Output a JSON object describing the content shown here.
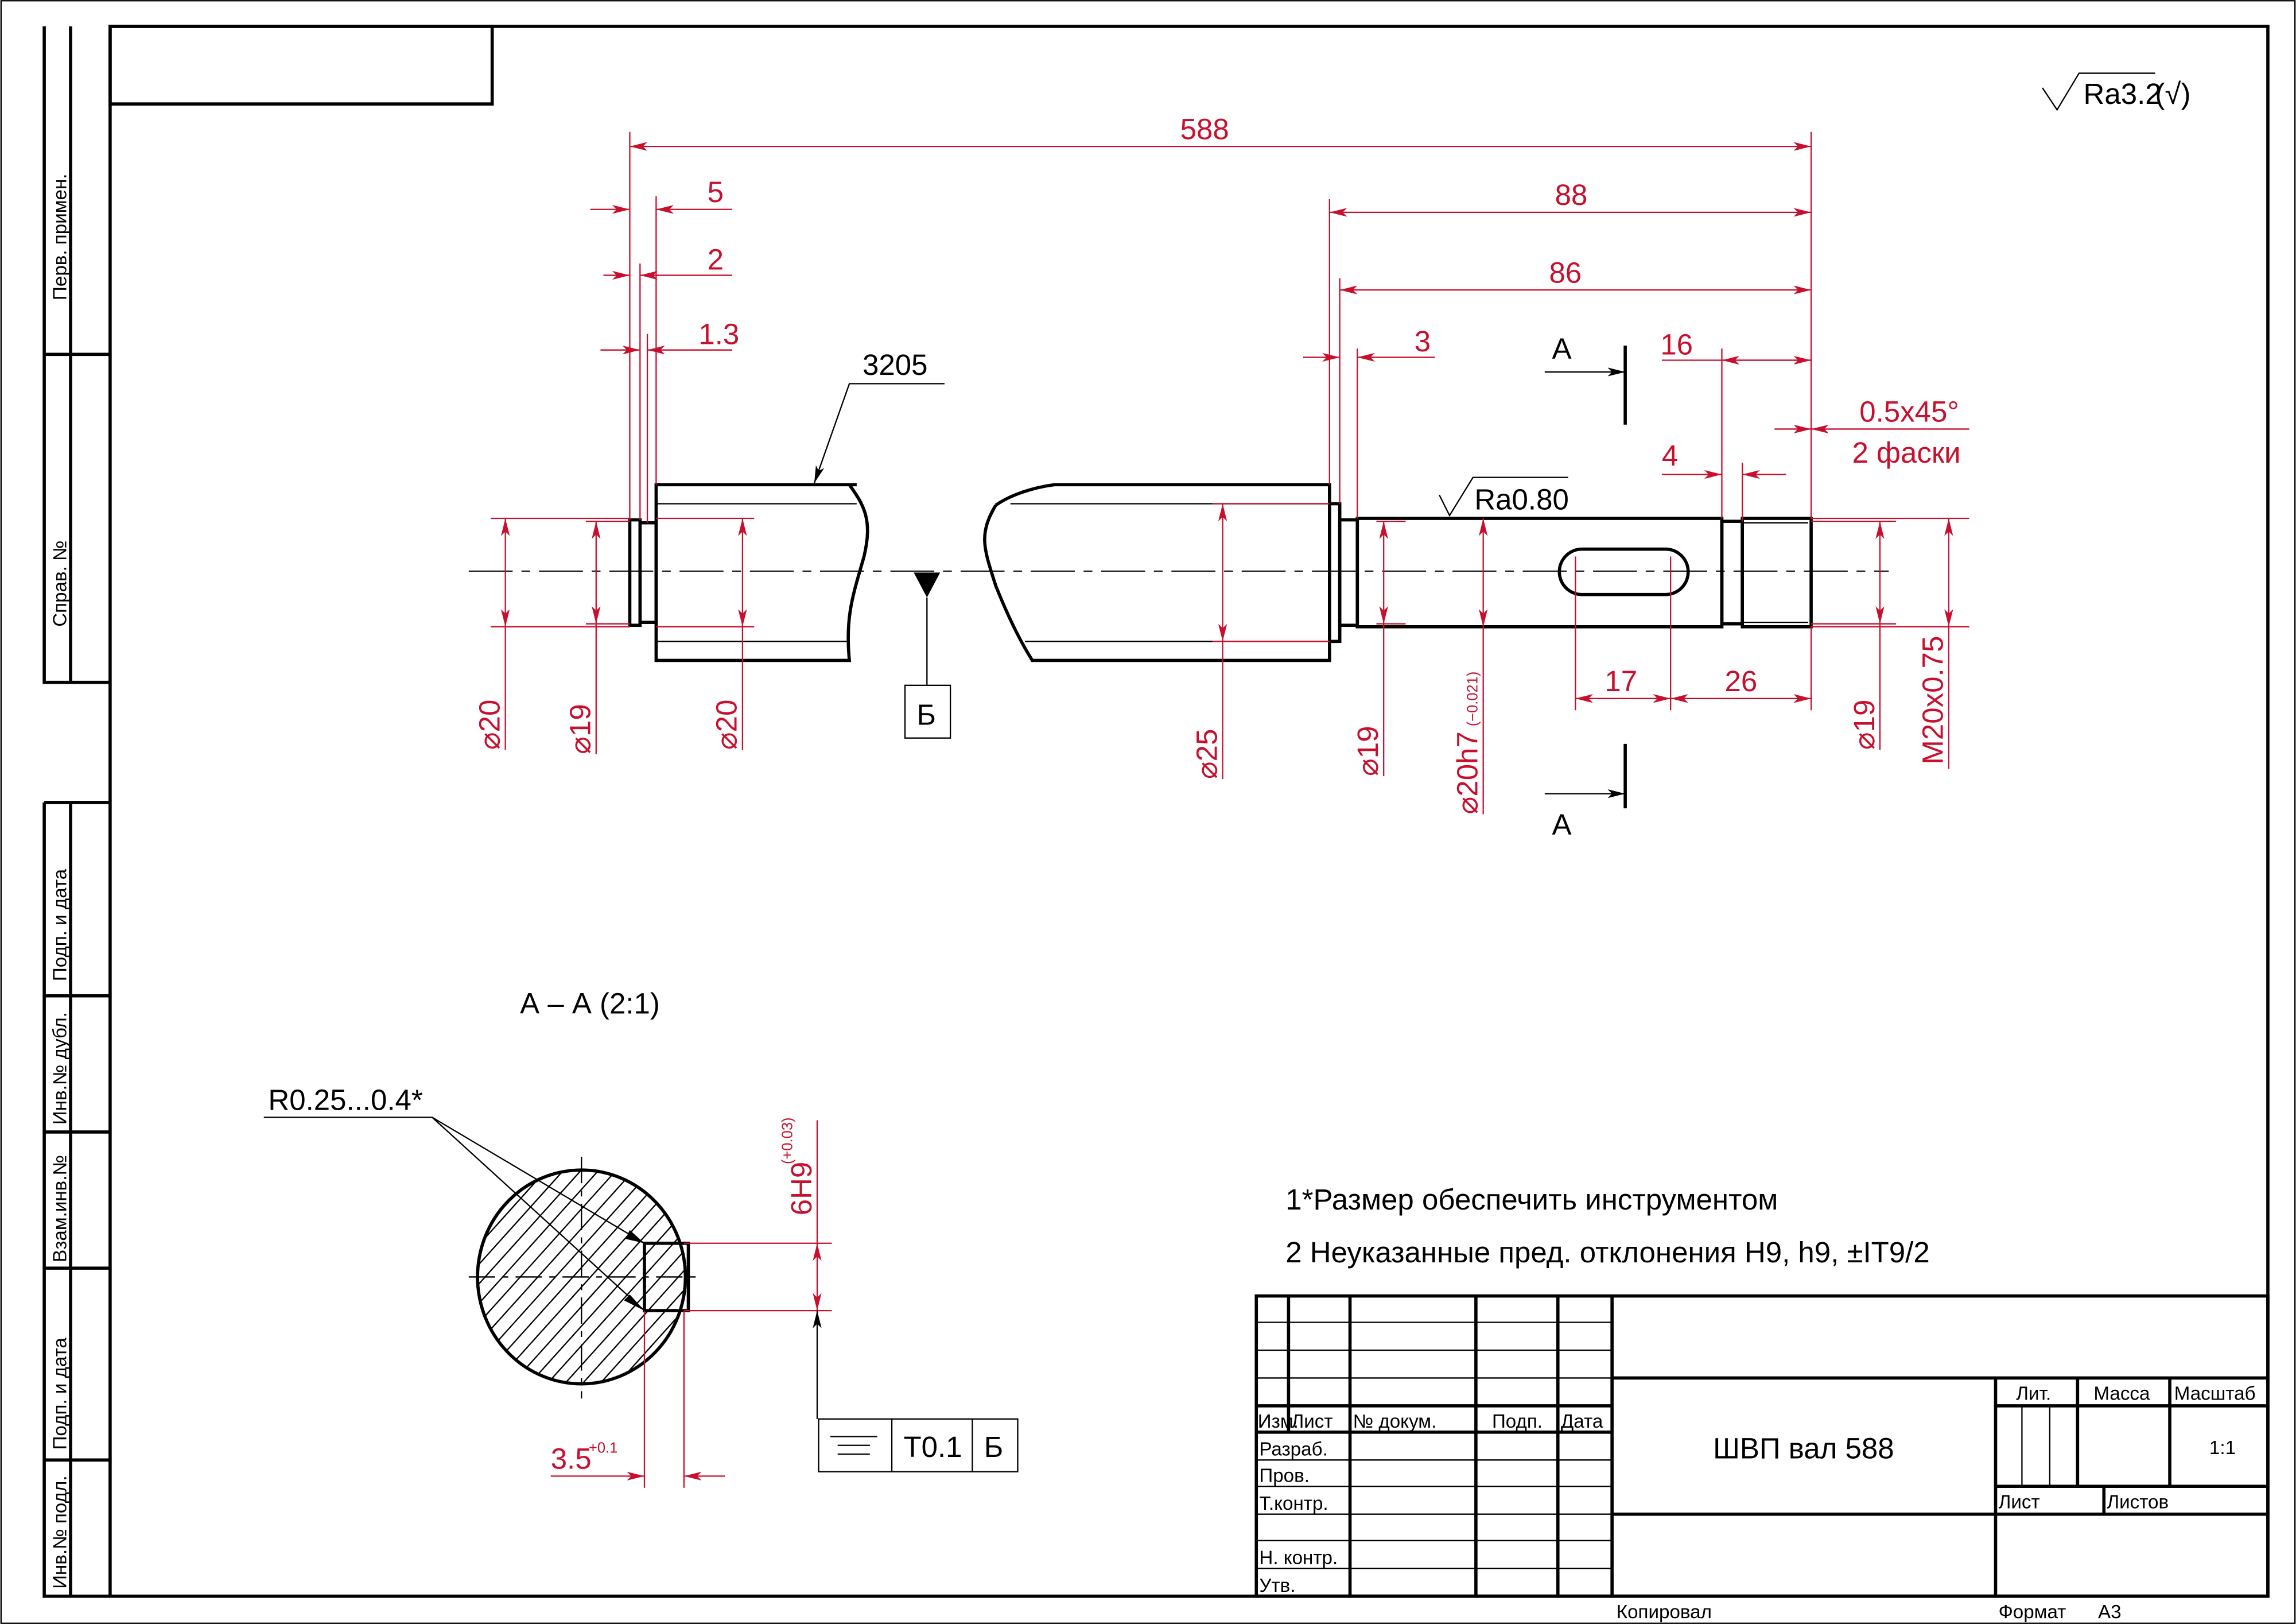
{
  "side_stamp": {
    "perv_primen": "Перв. примен.",
    "sprav_no": "Справ. №",
    "podp_data_1": "Подп. и дата",
    "inv_dubl": "Инв.№ дубл.",
    "vzam_inv": "Взам.инв.№",
    "podp_data_2": "Подп. и дата",
    "inv_podl": "Инв.№ подл."
  },
  "roughness_general": {
    "value": "Ra3.2",
    "suffix": "(√)"
  },
  "main_view": {
    "dims": {
      "overall": "588",
      "d5": "5",
      "d2": "2",
      "d1_3": "1.3",
      "d88": "88",
      "d86": "86",
      "d3": "3",
      "d16": "16",
      "d4": "4",
      "chamfer": "0.5x45°",
      "chamfer_note": "2 фаски",
      "d17": "17",
      "d26": "26",
      "dia20_left": "⌀20",
      "dia19_left": "⌀19",
      "dia20_bearing": "⌀20",
      "dia25": "⌀25",
      "dia19_mid": "⌀19",
      "dia20h7": "⌀20h7",
      "dia20h7_tol": "(−0.021)",
      "dia19_right": "⌀19",
      "thread": "M20x0.75"
    },
    "bearing_label": "3205",
    "roughness_journal": "Ra0.80",
    "datum": "Б",
    "section_mark_top": "А",
    "section_mark_bottom": "А"
  },
  "section_view": {
    "title": "А – А (2:1)",
    "radius_note": "R0.25...0.4*",
    "keyway_width": "6H9",
    "keyway_width_tol": "(+0.03)",
    "keyway_depth": "3.5",
    "keyway_depth_tol": "+0.1",
    "tolerance_frame": {
      "symbol": "symmetry",
      "value": "T0.1",
      "datum": "Б"
    }
  },
  "notes": [
    "1*Размер обеспечить инструментом",
    "2 Неуказанные пред. отклонения H9, h9, ±IT9/2"
  ],
  "title_block": {
    "headers": [
      "Изм.",
      "Лист",
      "№ докум.",
      "Подп.",
      "Дата"
    ],
    "roles": [
      "Разраб.",
      "Пров.",
      "Т.контр.",
      "Н. контр.",
      "Утв."
    ],
    "title": "ШВП вал 588",
    "lit_label": "Лит.",
    "mass_label": "Масса",
    "scale_label": "Масштаб",
    "scale_value": "1:1",
    "sheet_label": "Лист",
    "sheets_label": "Листов",
    "copied_label": "Копировал",
    "format_label": "Формат",
    "format_value": "А3"
  },
  "colors": {
    "dimension": "#c8102e",
    "line": "#000000"
  }
}
